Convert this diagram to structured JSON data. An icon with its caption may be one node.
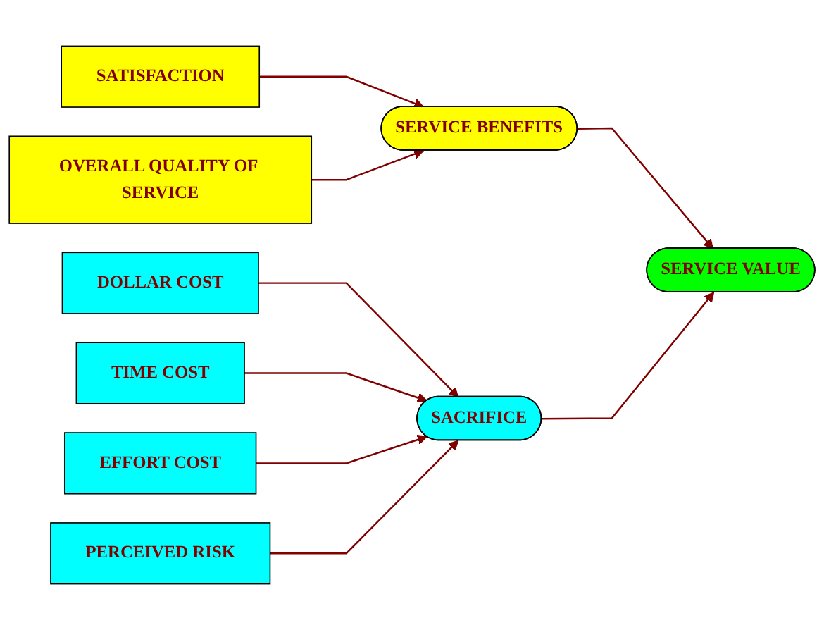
{
  "diagram": {
    "nodes": [
      {
        "text": [
          "SATISFACTION"
        ]
      },
      {
        "text": [
          "OVERALL QUALITY OF SERVICE"
        ]
      },
      {
        "text": [
          "SERVICE BENEFITS"
        ]
      },
      {
        "text": [
          "SERVICE VALUE"
        ]
      },
      {
        "text": [
          "DOLLAR COST"
        ]
      },
      {
        "text": [
          "TIME COST"
        ]
      },
      {
        "text": [
          "EFFORT COST"
        ]
      },
      {
        "text": [
          "PERCEIVED RISK"
        ]
      },
      {
        "text": [
          "SACRIFICE"
        ]
      }
    ],
    "edges": [
      {
        "from": 0,
        "to": 2,
        "arrow": "to"
      },
      {
        "from": 1,
        "to": 2,
        "arrow": "to"
      },
      {
        "from": 2,
        "to": 3,
        "arrow": "to"
      },
      {
        "from": 4,
        "to": 8,
        "arrow": "to"
      },
      {
        "from": 5,
        "to": 8,
        "arrow": "to"
      },
      {
        "from": 6,
        "to": 8,
        "arrow": "to"
      },
      {
        "from": 7,
        "to": 8,
        "arrow": "to"
      },
      {
        "from": 8,
        "to": 3,
        "arrow": "to"
      }
    ]
  }
}
